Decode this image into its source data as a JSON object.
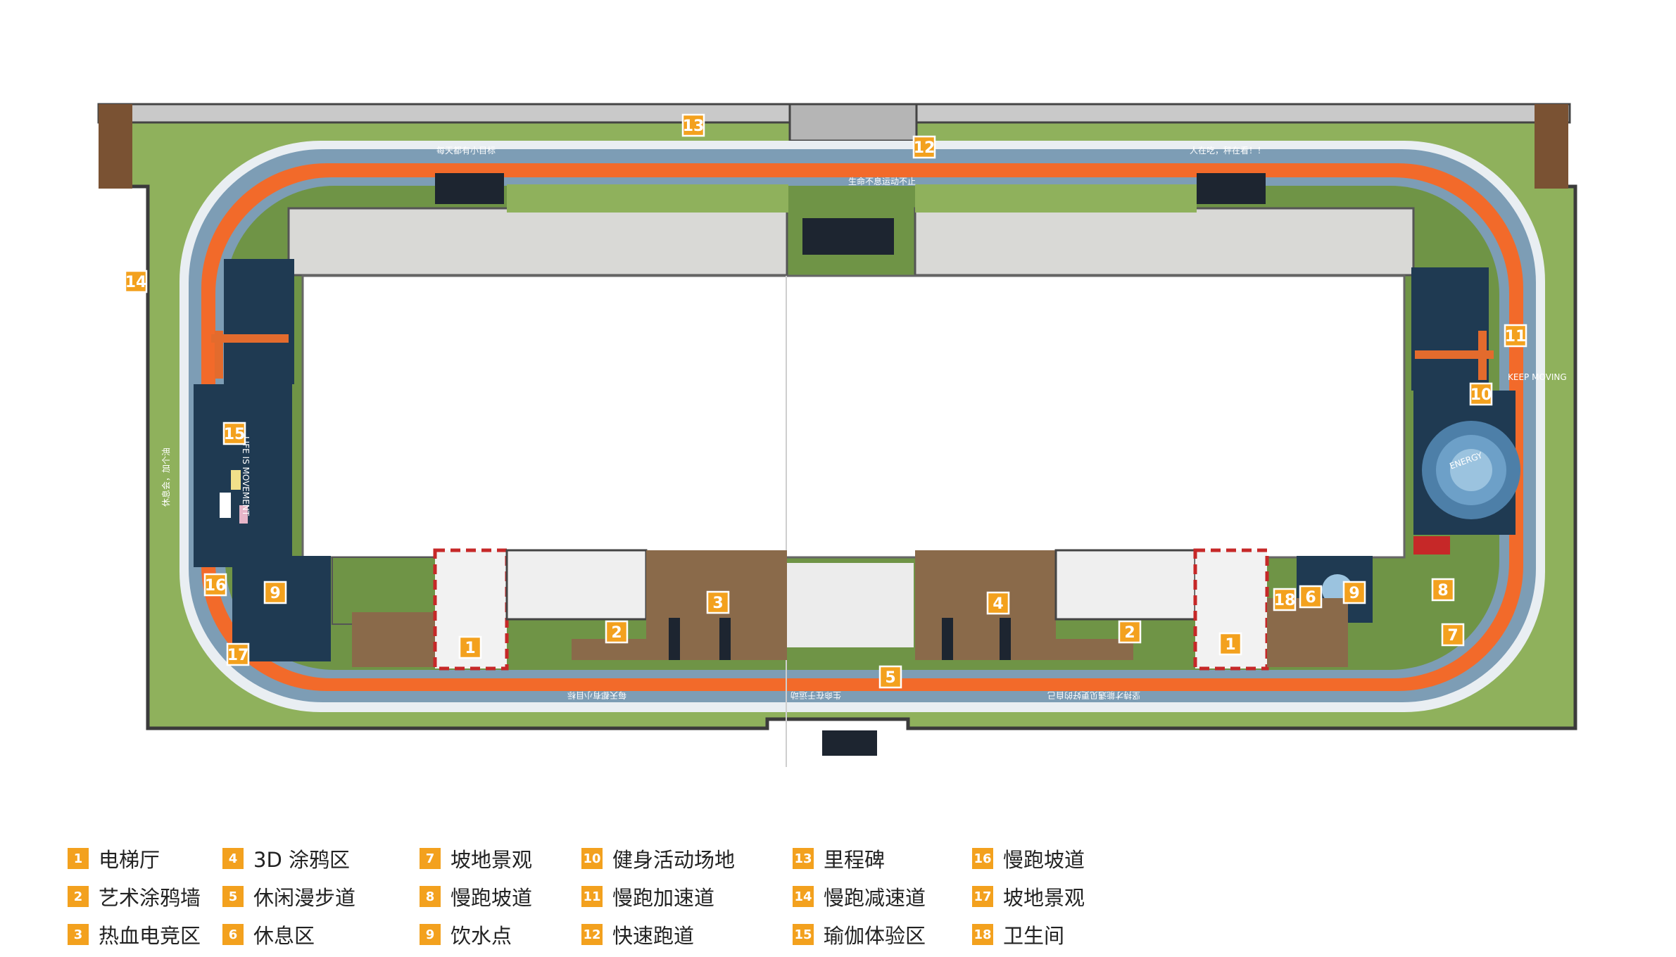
{
  "colors": {
    "grass": "#8fb15c",
    "grass_dark": "#6f9446",
    "track_orange": "#f26a2a",
    "track_blue": "#7d9db5",
    "track_white": "#e9eef2",
    "paving": "#d9d9d6",
    "deck": "#8a6a4a",
    "navy": "#1f3a52",
    "marker": "#f3a11e",
    "red_zone": "#c62828"
  },
  "track_texts": [
    {
      "text": "每天都有小目标"
    },
    {
      "text": "生命不息运动不止"
    },
    {
      "text": "人在吃，秤在看！！"
    },
    {
      "text": "KEEP MOVING"
    },
    {
      "text": "ENERGY"
    },
    {
      "text": "休息会，加个油"
    },
    {
      "text": "LIFE IS MOVEMENT"
    },
    {
      "text": "每天都有小目标"
    },
    {
      "text": "坚持才能遇见更好的自己"
    },
    {
      "text": "生命在于运动"
    }
  ],
  "markers": [
    {
      "num": "13"
    },
    {
      "num": "12"
    },
    {
      "num": "14"
    },
    {
      "num": "11"
    },
    {
      "num": "10"
    },
    {
      "num": "15"
    },
    {
      "num": "16"
    },
    {
      "num": "9"
    },
    {
      "num": "17"
    },
    {
      "num": "1"
    },
    {
      "num": "2"
    },
    {
      "num": "3"
    },
    {
      "num": "5"
    },
    {
      "num": "4"
    },
    {
      "num": "2"
    },
    {
      "num": "1"
    },
    {
      "num": "18"
    },
    {
      "num": "6"
    },
    {
      "num": "9"
    },
    {
      "num": "8"
    },
    {
      "num": "7"
    }
  ],
  "legend": [
    {
      "num": "1",
      "label": "电梯厅"
    },
    {
      "num": "2",
      "label": "艺术涂鸦墙"
    },
    {
      "num": "3",
      "label": "热血电竞区"
    },
    {
      "num": "4",
      "label": "3D 涂鸦区"
    },
    {
      "num": "5",
      "label": "休闲漫步道"
    },
    {
      "num": "6",
      "label": "休息区"
    },
    {
      "num": "7",
      "label": "坡地景观"
    },
    {
      "num": "8",
      "label": "慢跑坡道"
    },
    {
      "num": "9",
      "label": "饮水点"
    },
    {
      "num": "10",
      "label": "健身活动场地"
    },
    {
      "num": "11",
      "label": "慢跑加速道"
    },
    {
      "num": "12",
      "label": "快速跑道"
    },
    {
      "num": "13",
      "label": "里程碑"
    },
    {
      "num": "14",
      "label": "慢跑减速道"
    },
    {
      "num": "15",
      "label": "瑜伽体验区"
    },
    {
      "num": "16",
      "label": "慢跑坡道"
    },
    {
      "num": "17",
      "label": "坡地景观"
    },
    {
      "num": "18",
      "label": "卫生间"
    }
  ]
}
